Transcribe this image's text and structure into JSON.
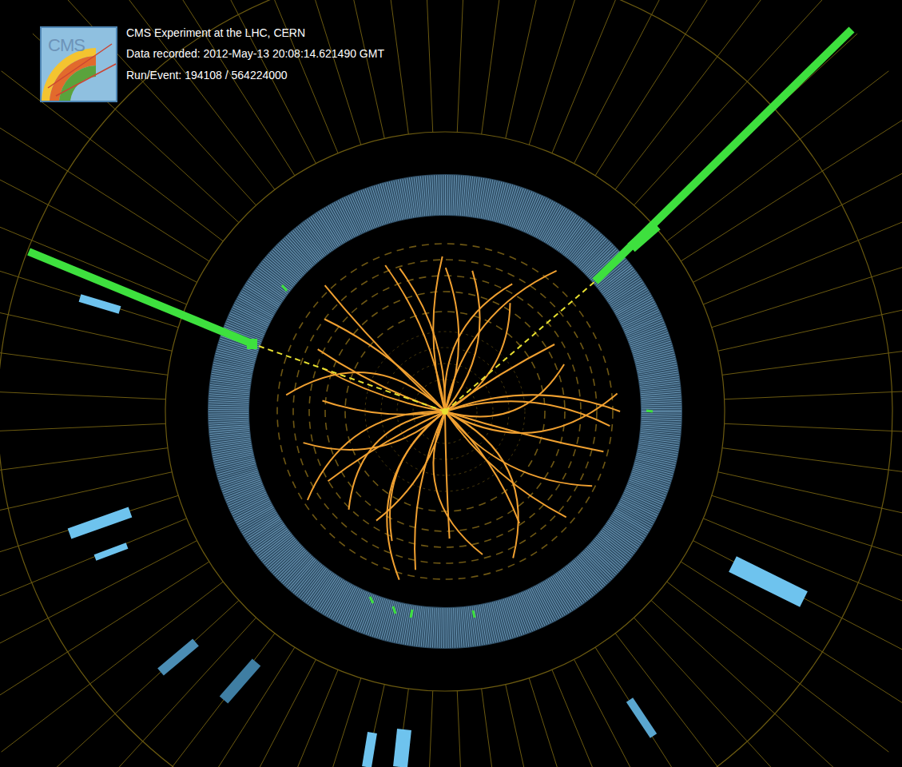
{
  "diagram": {
    "labels": [
      "CMS",
      "CMS Experiment at the LHC, CERN",
      "Data recorded: 2012-May-13 20:08:14.621490 GMT",
      "Run/Event: 194108 / 564224000"
    ]
  }
}
